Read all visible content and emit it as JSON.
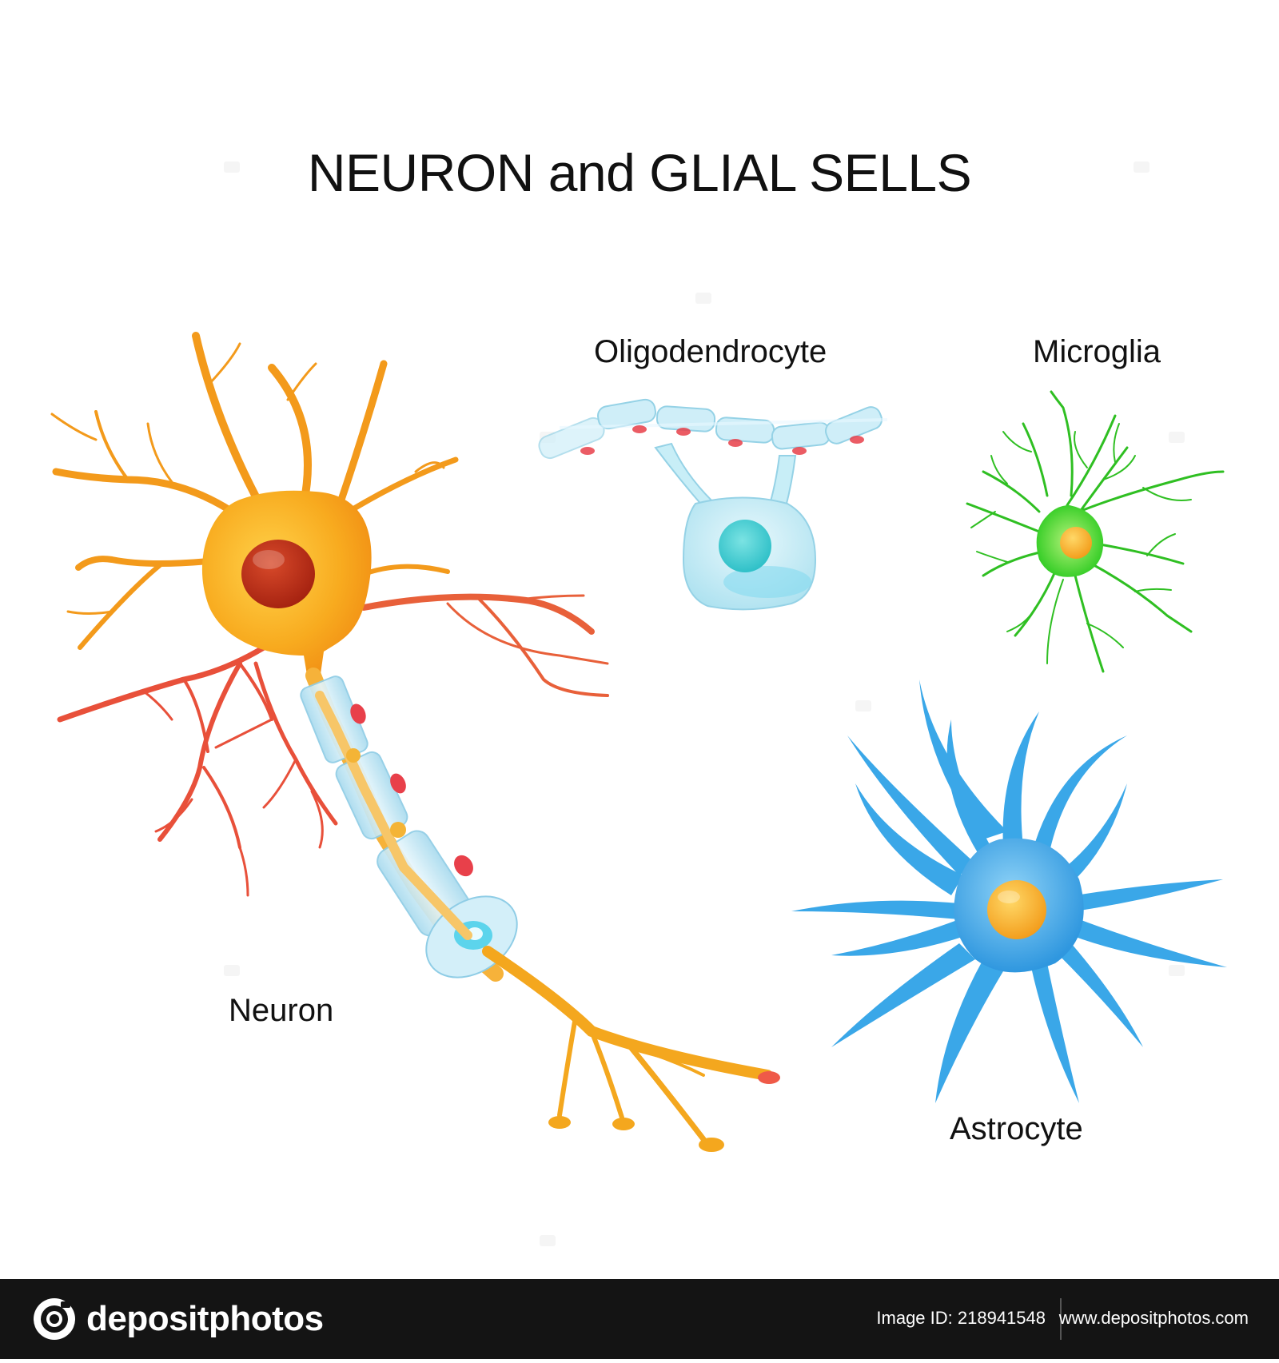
{
  "title": "NEURON and GLIAL SELLS",
  "labels": {
    "oligodendrocyte": "Oligodendrocyte",
    "microglia": "Microglia",
    "neuron": "Neuron",
    "astrocyte": "Astrocyte"
  },
  "footer": {
    "brand": "depositphotos",
    "image_id": "Image ID: 218941548",
    "site": "www.depositphotos.com"
  },
  "colors": {
    "neuron": "#f7a21b",
    "dendrite_red": "#e8503a",
    "nucleus": "#c0311a",
    "myelin": "#bfe6f5",
    "node_red": "#e8404a",
    "oligodendrocyte": "#c8eef7",
    "microglia": "#2fcf1e",
    "astrocyte": "#3aa7e8",
    "footer_bg": "#141414"
  }
}
